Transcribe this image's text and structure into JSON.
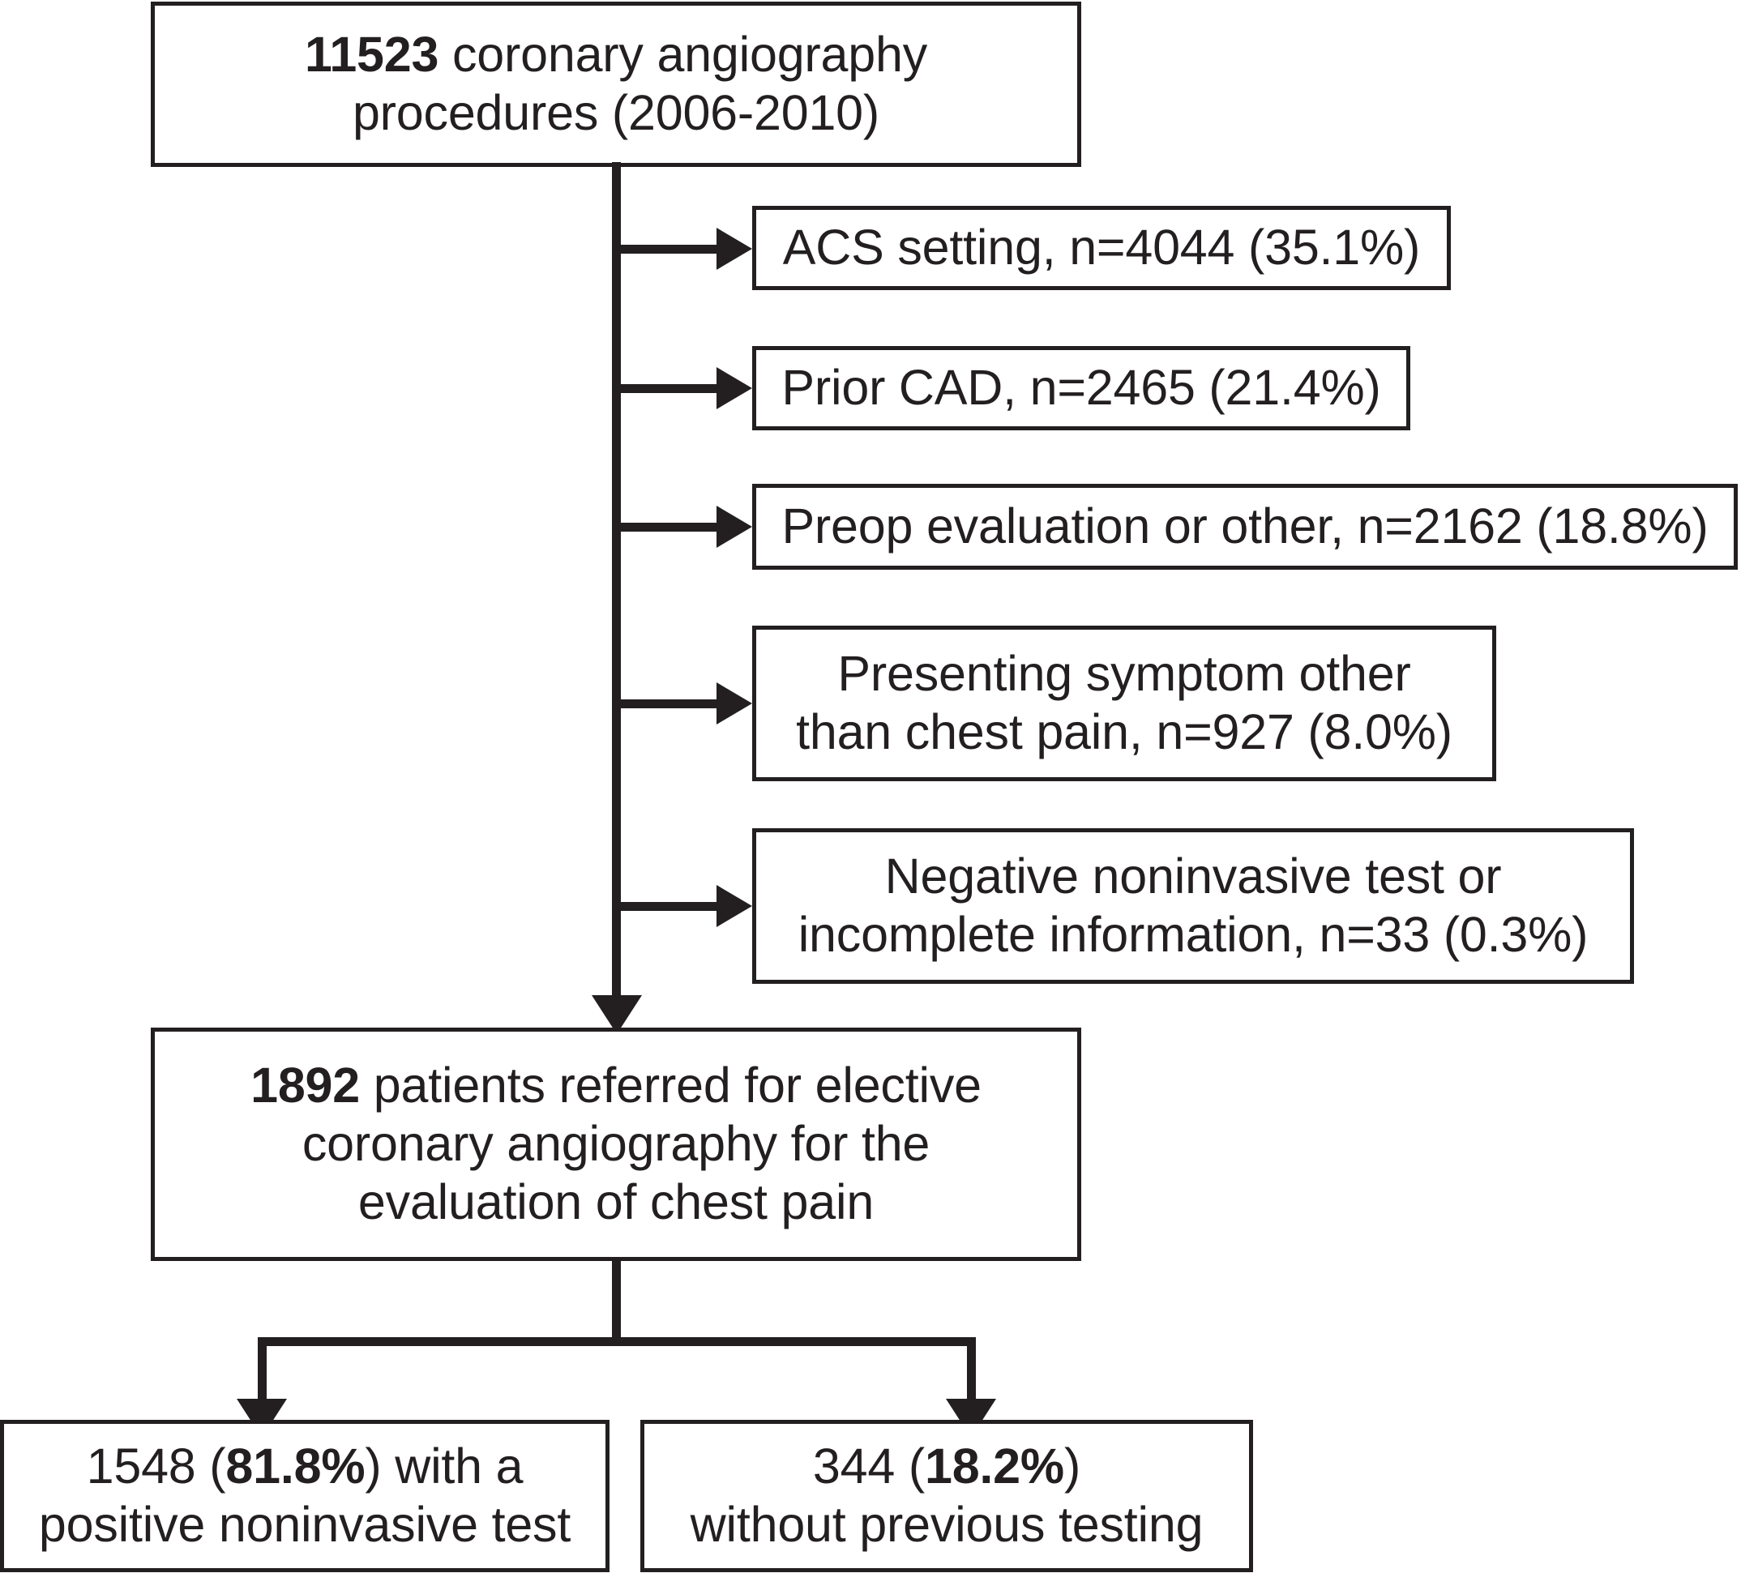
{
  "diagram": {
    "type": "patient-selection-flowchart",
    "accent_color": "#231f20",
    "background_color": "#ffffff",
    "top": {
      "count": "11523",
      "rest": " coronary angiography\nprocedures (2006-2010)",
      "full_text": "11523 coronary angiography procedures (2006-2010)"
    },
    "exclusions": [
      {
        "label": "ACS setting, n=4044 (35.1%)",
        "reason": "ACS setting",
        "n": 4044,
        "percent": "35.1%"
      },
      {
        "label": "Prior CAD, n=2465 (21.4%)",
        "reason": "Prior CAD",
        "n": 2465,
        "percent": "21.4%"
      },
      {
        "label": "Preop evaluation or other, n=2162 (18.8%)",
        "reason": "Preop evaluation or other",
        "n": 2162,
        "percent": "18.8%"
      },
      {
        "label": "Presenting symptom other\nthan chest pain, n=927 (8.0%)",
        "reason": "Presenting symptom other than chest pain",
        "n": 927,
        "percent": "8.0%"
      },
      {
        "label": "Negative noninvasive test or\nincomplete information, n=33 (0.3%)",
        "reason": "Negative noninvasive test or incomplete information",
        "n": 33,
        "percent": "0.3%"
      }
    ],
    "middle": {
      "count": "1892",
      "rest": " patients referred for elective\ncoronary angiography for the\nevaluation of chest pain",
      "full_text": "1892 patients referred for elective coronary angiography for the evaluation of chest pain"
    },
    "outcomes": [
      {
        "prefix": "1548 (",
        "percent": "81.8%",
        "suffix": ") with a\npositive noninvasive test",
        "full_text": "1548 (81.8%) with a positive noninvasive test",
        "n": 1548
      },
      {
        "prefix": "344 (",
        "percent": "18.2%",
        "suffix": ")\nwithout previous testing",
        "full_text": "344 (18.2%) without previous testing",
        "n": 344
      }
    ]
  }
}
